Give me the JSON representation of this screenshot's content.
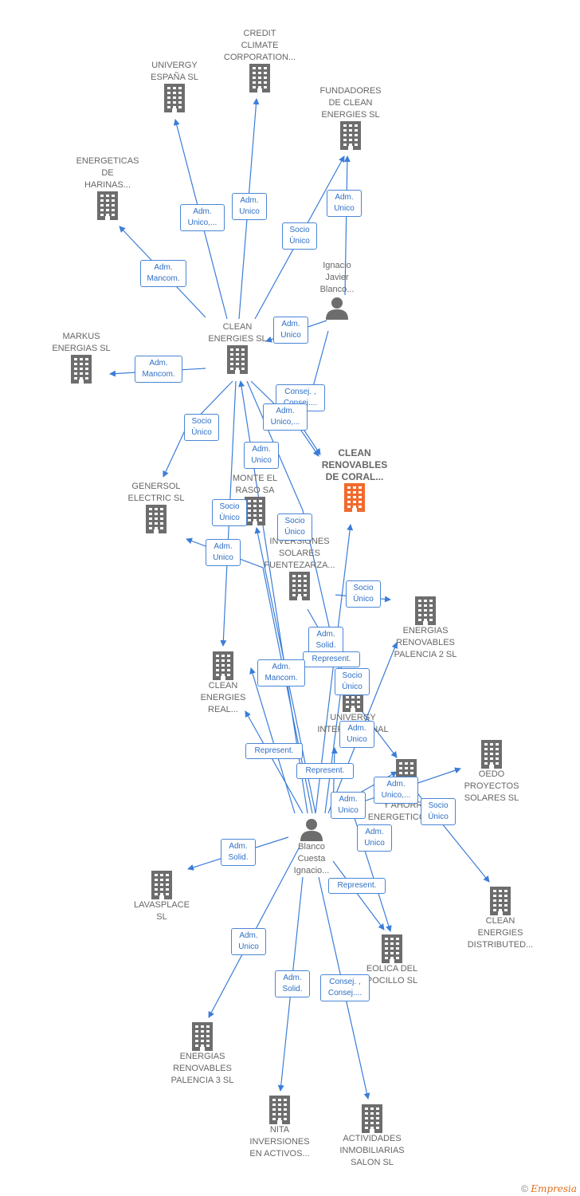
{
  "colors": {
    "edge": "#3b7dd8",
    "building": "#6d6d6d",
    "main_building": "#f06a2e",
    "person": "#6d6d6d"
  },
  "nodes": [
    {
      "id": "credit",
      "name": "CREDIT\nCLIMATE\nCORPORATION...",
      "icon": "building-icon"
    },
    {
      "id": "univergy_es",
      "name": "UNIVERGY\nESPAÑA  SL",
      "icon": "building-icon"
    },
    {
      "id": "fundadores",
      "name": "FUNDADORES\nDE CLEAN\nENERGIES SL",
      "icon": "building-icon"
    },
    {
      "id": "harinas",
      "name": "ENERGETICAS\nDE\nHARINAS...",
      "icon": "building-icon"
    },
    {
      "id": "ignacio",
      "name": "Ignacio\nJavier\nBlanco...",
      "icon": "person-icon"
    },
    {
      "id": "clean",
      "name": "CLEAN\nENERGIES SL",
      "icon": "building-icon"
    },
    {
      "id": "markus",
      "name": "MARKUS\nENERGIAS SL",
      "icon": "building-icon"
    },
    {
      "id": "coral",
      "name": "CLEAN\nRENOVABLES\nDE CORAL...",
      "icon": "building-icon",
      "main": true
    },
    {
      "id": "genersol",
      "name": "GENERSOL\nELECTRIC  SL",
      "icon": "building-icon"
    },
    {
      "id": "monte",
      "name": "MONTE EL\nRASO SA",
      "icon": "building-icon"
    },
    {
      "id": "fuente",
      "name": "INVERSIONES\nSOLARES\nFUENTEZARZA...",
      "icon": "building-icon"
    },
    {
      "id": "palencia2",
      "name": "ENERGIAS\nRENOVABLES\nPALENCIA 2 SL",
      "icon": "building-icon"
    },
    {
      "id": "real",
      "name": "CLEAN\nENERGIES\nREAL...",
      "icon": "building-icon"
    },
    {
      "id": "univergy_int",
      "name": "UNIVERGY\nINTERNACIONAL",
      "icon": "building-icon"
    },
    {
      "id": "oedo",
      "name": "OEDO\nPROYECTOS\nSOLARES  SL",
      "icon": "building-icon"
    },
    {
      "id": "ahorro",
      "name": "...\nY AHORRO\nENERGETICOS SL",
      "icon": "building-icon"
    },
    {
      "id": "blanco",
      "name": "Blanco\nCuesta\nIgnacio...",
      "icon": "person-icon"
    },
    {
      "id": "lavasplace",
      "name": "LAVASPLACE\nSL",
      "icon": "building-icon"
    },
    {
      "id": "distributed",
      "name": "CLEAN\nENERGIES\nDISTRIBUTED...",
      "icon": "building-icon"
    },
    {
      "id": "eolica",
      "name": "EOLICA DEL\nPOCILLO SL",
      "icon": "building-icon"
    },
    {
      "id": "palencia3",
      "name": "ENERGIAS\nRENOVABLES\nPALENCIA 3 SL",
      "icon": "building-icon"
    },
    {
      "id": "nita",
      "name": "NITA\nINVERSIONES\nEN ACTIVOS...",
      "icon": "building-icon"
    },
    {
      "id": "actividades",
      "name": "ACTIVIDADES\nINMOBILIARIAS\nSALON SL",
      "icon": "building-icon"
    }
  ],
  "edges": [
    {
      "from": "clean",
      "to": "univergy_es",
      "label": "Adm.\nUnico,..."
    },
    {
      "from": "clean",
      "to": "credit",
      "label": "Adm.\nUnico"
    },
    {
      "from": "clean",
      "to": "fundadores",
      "label": "Socio\nÚnico"
    },
    {
      "from": "ignacio",
      "to": "fundadores",
      "label": "Adm.\nUnico"
    },
    {
      "from": "clean",
      "to": "harinas",
      "label": "Adm.\nMancom."
    },
    {
      "from": "ignacio",
      "to": "clean",
      "label": "Adm.\nUnico"
    },
    {
      "from": "clean",
      "to": "markus",
      "label": "Adm.\nMancom."
    },
    {
      "from": "ignacio",
      "to": "coral",
      "label": "Consej. ,\nConsej...."
    },
    {
      "from": "clean",
      "to": "coral",
      "label": "Adm.\nUnico,..."
    },
    {
      "from": "clean",
      "to": "genersol",
      "label": "Socio\nÚnico"
    },
    {
      "from": "blanco",
      "to": "clean",
      "label": "Adm.\nUnico"
    },
    {
      "from": "clean",
      "to": "real",
      "label": "Socio\nÚnico"
    },
    {
      "from": "blanco",
      "to": "genersol",
      "label": "Adm.\nUnico"
    },
    {
      "from": "clean",
      "to": "ahorro",
      "label": "Socio\nÚnico"
    },
    {
      "from": "fuente",
      "to": "palencia2",
      "label": "Socio\nÚnico"
    },
    {
      "from": "blanco",
      "to": "fuente",
      "label": "Adm.\nSolid."
    },
    {
      "from": "blanco",
      "to": "univergy_int",
      "label": "Represent."
    },
    {
      "from": "blanco",
      "to": "real",
      "label": "Adm.\nMancom."
    },
    {
      "from": "fuente",
      "to": "univergy_int",
      "label": "Socio\nÚnico"
    },
    {
      "from": "blanco",
      "to": "palencia2",
      "label": "Adm.\nUnico"
    },
    {
      "from": "blanco",
      "to": "real",
      "label": "Represent."
    },
    {
      "from": "blanco",
      "to": "univergy_int",
      "label": "Represent."
    },
    {
      "from": "blanco",
      "to": "oedo",
      "label": "Adm.\nUnico,..."
    },
    {
      "from": "blanco",
      "to": "ahorro",
      "label": "Adm.\nUnico"
    },
    {
      "from": "ahorro",
      "to": "distributed",
      "label": "Socio\nÚnico"
    },
    {
      "from": "blanco",
      "to": "eolica",
      "label": "Adm.\nUnico"
    },
    {
      "from": "blanco",
      "to": "lavasplace",
      "label": "Adm.\nSolid."
    },
    {
      "from": "blanco",
      "to": "eolica",
      "label": "Represent."
    },
    {
      "from": "blanco",
      "to": "palencia3",
      "label": "Adm.\nUnico"
    },
    {
      "from": "blanco",
      "to": "nita",
      "label": "Adm.\nSolid."
    },
    {
      "from": "blanco",
      "to": "actividades",
      "label": "Consej. ,\nConsej...."
    },
    {
      "from": "blanco",
      "to": "coral",
      "label": "Adm.\nUnico"
    }
  ],
  "footer": {
    "copyright": "©",
    "brand": "Empresia"
  }
}
